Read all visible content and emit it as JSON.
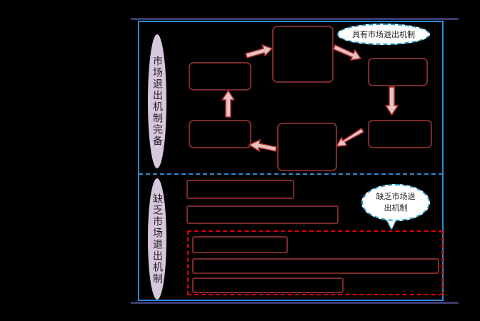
{
  "left_labels": {
    "top": "市场退出机制完备",
    "bottom": "缺乏市场退出机制"
  },
  "callouts": {
    "top": "具有市场退出机制",
    "bottom_line1": "缺乏市场退",
    "bottom_line2": "出机制"
  },
  "colors": {
    "frame": "#2a8ad0",
    "box_border": "#7a2a2a",
    "arrow_fill": "#e8c3c3",
    "arrow_edge": "#b03030",
    "highlight": "#e00000",
    "pill": "#d7c7dc"
  }
}
